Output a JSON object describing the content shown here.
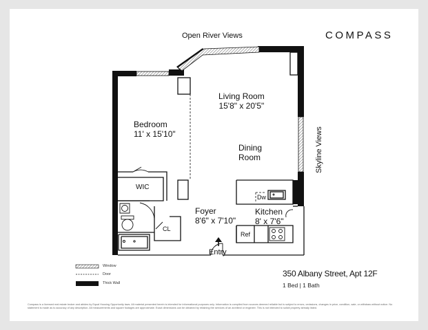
{
  "brand": {
    "name": "COMPASS"
  },
  "views": {
    "top": "Open River Views",
    "right": "Skyline Views"
  },
  "rooms": {
    "living": {
      "name": "Living Room",
      "size": "15'8\" x 20'5\""
    },
    "bedroom": {
      "name": "Bedroom",
      "size": "11' x 15'10\""
    },
    "dining": {
      "line1": "Dining",
      "line2": "Room"
    },
    "foyer": {
      "name": "Foyer",
      "size": "8'6\" x 7'10\""
    },
    "kitchen": {
      "name": "Kitchen",
      "size": "8' x 7'6\""
    }
  },
  "fixtures": {
    "wic": "WIC",
    "cl": "CL",
    "dw": "Dw",
    "ref": "Ref"
  },
  "entry": "Entry",
  "legend": [
    {
      "label": "Window"
    },
    {
      "label": "Door"
    },
    {
      "label": "Thick Wall"
    }
  ],
  "listing": {
    "address": "350 Albany Street, Apt 12F",
    "summary": "1 Bed | 1 Bath"
  },
  "disclaimer": "Compass is a licensed real estate broker and abides by Equal Housing Opportunity laws. All material presented herein is intended for informational purposes only. Information is compiled from sources deemed reliable but is subject to errors, omissions, changes in price, condition, sale, or withdraw without notice. No statement is made as to accuracy of any description. All measurements and square footages are approximate. Exact dimensions can be obtained by retaining the services of an architect or engineer. This is not intended to solicit property already listed.",
  "colors": {
    "wall": "#111111",
    "page": "#e6e6e6",
    "card": "#ffffff"
  }
}
